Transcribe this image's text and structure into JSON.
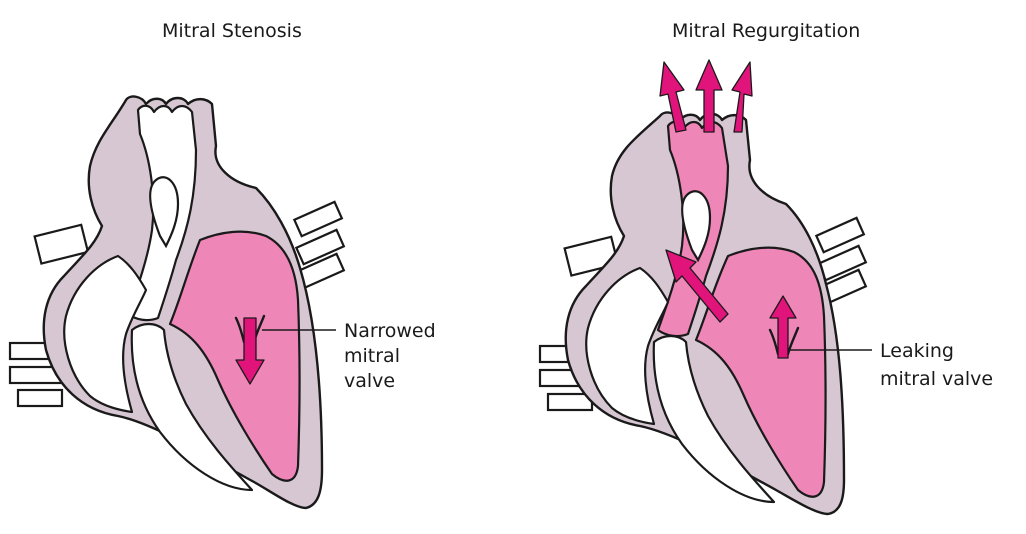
{
  "panels": [
    {
      "title": "Mitral Stenosis",
      "label_lines": [
        "Narrowed",
        "mitral",
        "valve"
      ]
    },
    {
      "title": "Mitral Regurgitation",
      "label_lines": [
        "Leaking",
        "mitral valve"
      ]
    }
  ],
  "colors": {
    "heart_wall": "#d7c7d2",
    "blood_pink": "#ef86b8",
    "flow_arrow": "#e0147a",
    "outline": "#1a1a1a"
  }
}
